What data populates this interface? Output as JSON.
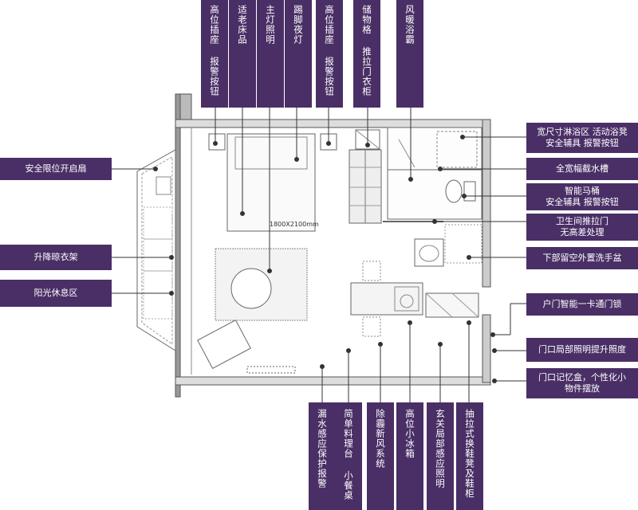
{
  "dimension_text": "1800X2100mm",
  "top_labels": [
    {
      "id": "socket1",
      "text": "高位插座 报警按钮"
    },
    {
      "id": "bedding",
      "text": "适老床品"
    },
    {
      "id": "mainlight",
      "text": "主灯照明"
    },
    {
      "id": "footlight",
      "text": "踢脚夜灯"
    },
    {
      "id": "socket2",
      "text": "高位插座 报警按钮"
    },
    {
      "id": "storage",
      "text": "储物格 推拉门衣柜"
    },
    {
      "id": "heater",
      "text": "风暖浴霸"
    }
  ],
  "left_labels": [
    {
      "id": "window",
      "text": "安全限位开启扇"
    },
    {
      "id": "rack",
      "text": "升降晾衣架"
    },
    {
      "id": "sunroom",
      "text": "阳光休息区"
    }
  ],
  "right_labels": [
    {
      "id": "shower",
      "line1": "宽尺寸淋浴区 活动浴凳",
      "line2": "安全辅具 报警按钮"
    },
    {
      "id": "drain",
      "line1": "全宽幅截水槽",
      "line2": ""
    },
    {
      "id": "toilet",
      "line1": "智能马桶",
      "line2": "安全辅具 报警按钮"
    },
    {
      "id": "bathdoor",
      "line1": "卫生间推拉门",
      "line2": "无高差处理"
    },
    {
      "id": "basin",
      "line1": "下部留空外置洗手盆",
      "line2": ""
    },
    {
      "id": "doorlock",
      "line1": "户门智能一卡通门锁",
      "line2": ""
    },
    {
      "id": "entrylight",
      "line1": "门口局部照明提升照度",
      "line2": ""
    },
    {
      "id": "memorybox",
      "line1": "门口记忆盒，个性化小",
      "line2": "物件摆放"
    }
  ],
  "bottom_labels": [
    {
      "id": "leak",
      "text": "漏水感应保护报警"
    },
    {
      "id": "counter",
      "text": "简单料理台 小餐桌"
    },
    {
      "id": "fresh",
      "text": "除霾新风系统"
    },
    {
      "id": "fridge",
      "text": "高位小冰箱"
    },
    {
      "id": "hallway",
      "text": "玄关局部感应照明"
    },
    {
      "id": "shoebench",
      "text": "抽拉式换鞋凳及鞋柜"
    }
  ]
}
